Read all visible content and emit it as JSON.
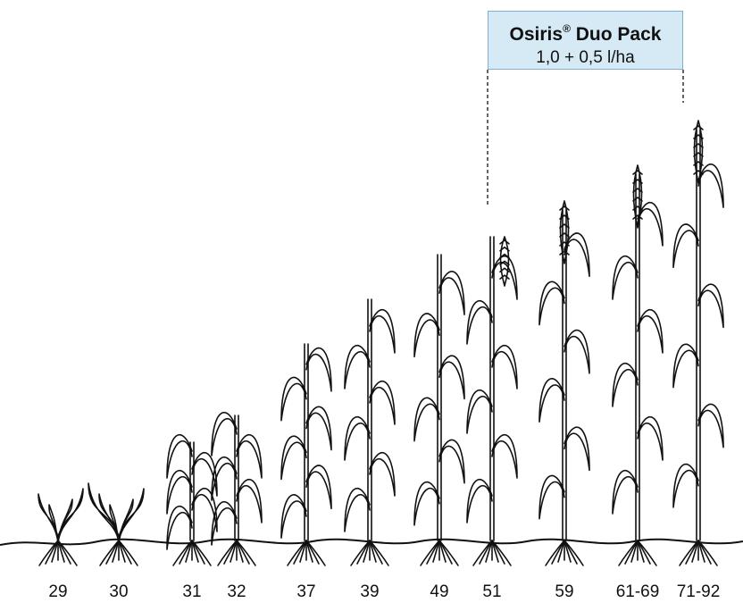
{
  "product": {
    "name": "Osiris",
    "mark": "®",
    "pack": "Duo Pack",
    "dose": "1,0 + 0,5 l/ha"
  },
  "stages": [
    {
      "label": "29",
      "leaves": 4,
      "ear": false
    },
    {
      "label": "30",
      "leaves": 5,
      "ear": false
    },
    {
      "label": "31",
      "leaves": 5,
      "ear": false
    },
    {
      "label": "32",
      "leaves": 5,
      "ear": false
    },
    {
      "label": "37",
      "leaves": 6,
      "ear": false
    },
    {
      "label": "39",
      "leaves": 6,
      "ear": false
    },
    {
      "label": "49",
      "leaves": 6,
      "ear": false
    },
    {
      "label": "51",
      "leaves": 6,
      "ear": true
    },
    {
      "label": "59",
      "leaves": 6,
      "ear": true
    },
    {
      "label": "61-69",
      "leaves": 6,
      "ear": true
    },
    {
      "label": "71-92",
      "leaves": 6,
      "ear": true
    }
  ]
}
